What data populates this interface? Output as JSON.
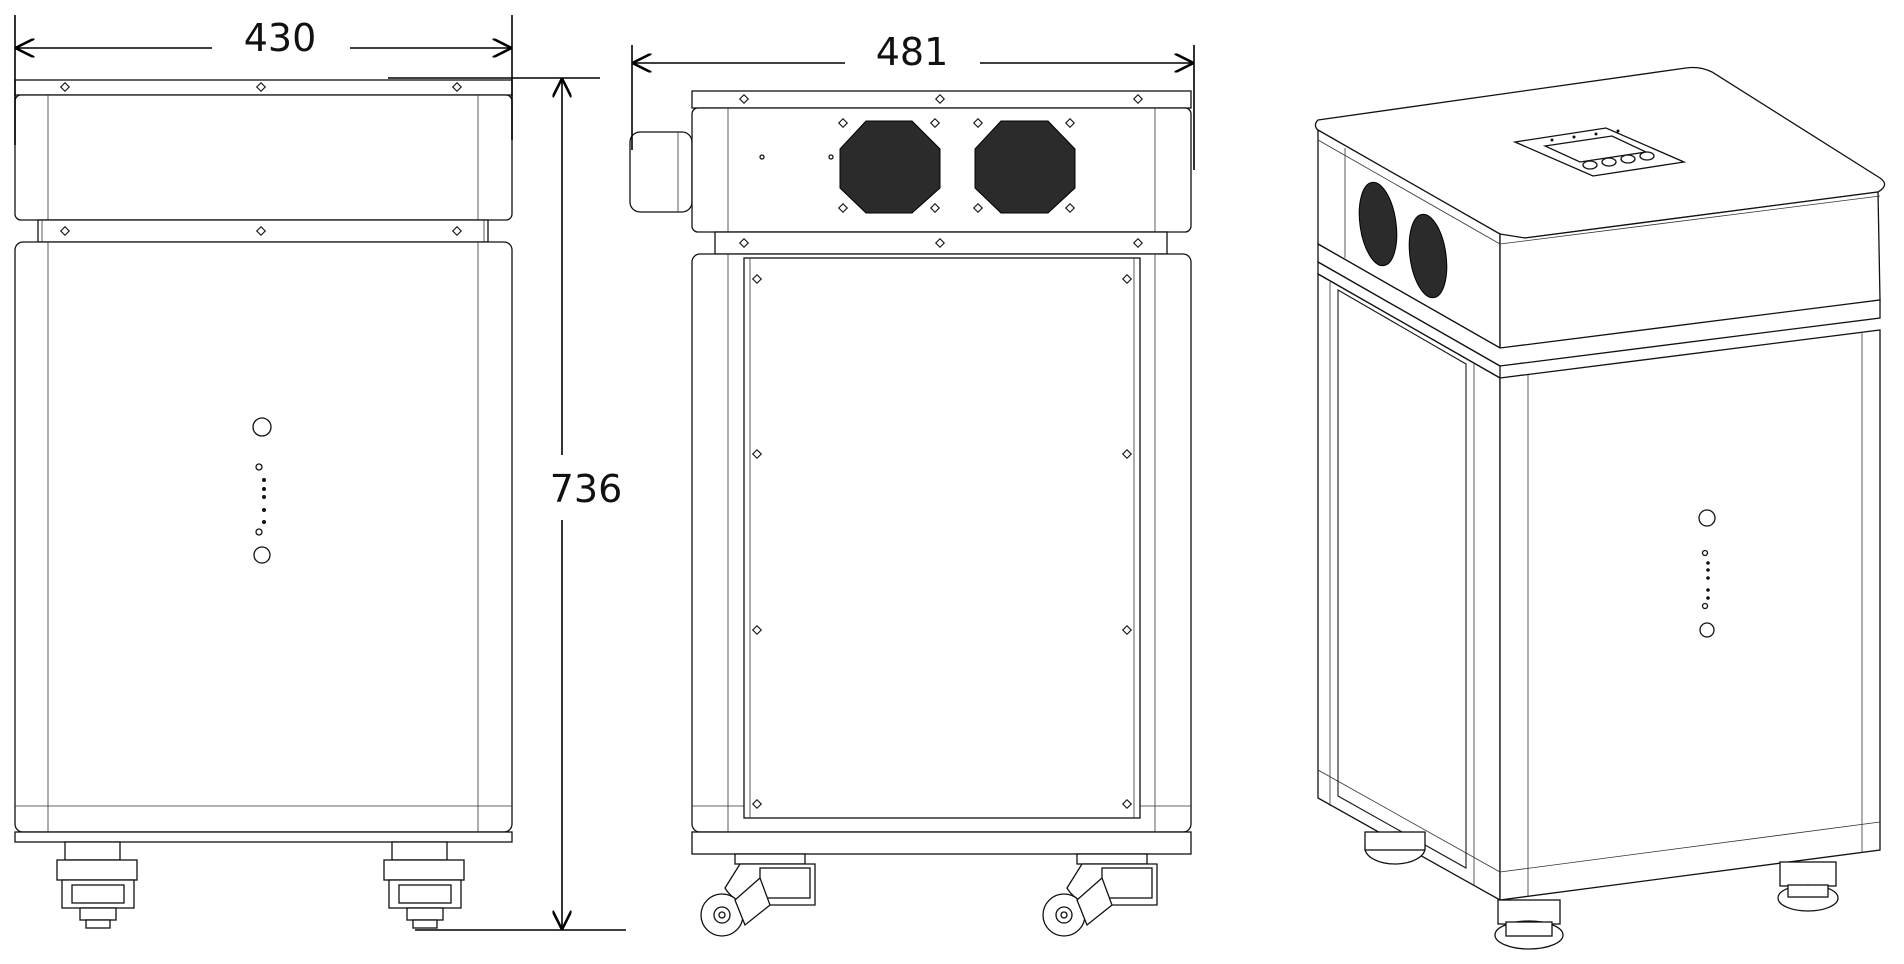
{
  "dimensions": {
    "width_front": "430",
    "width_side": "481",
    "height": "736"
  }
}
